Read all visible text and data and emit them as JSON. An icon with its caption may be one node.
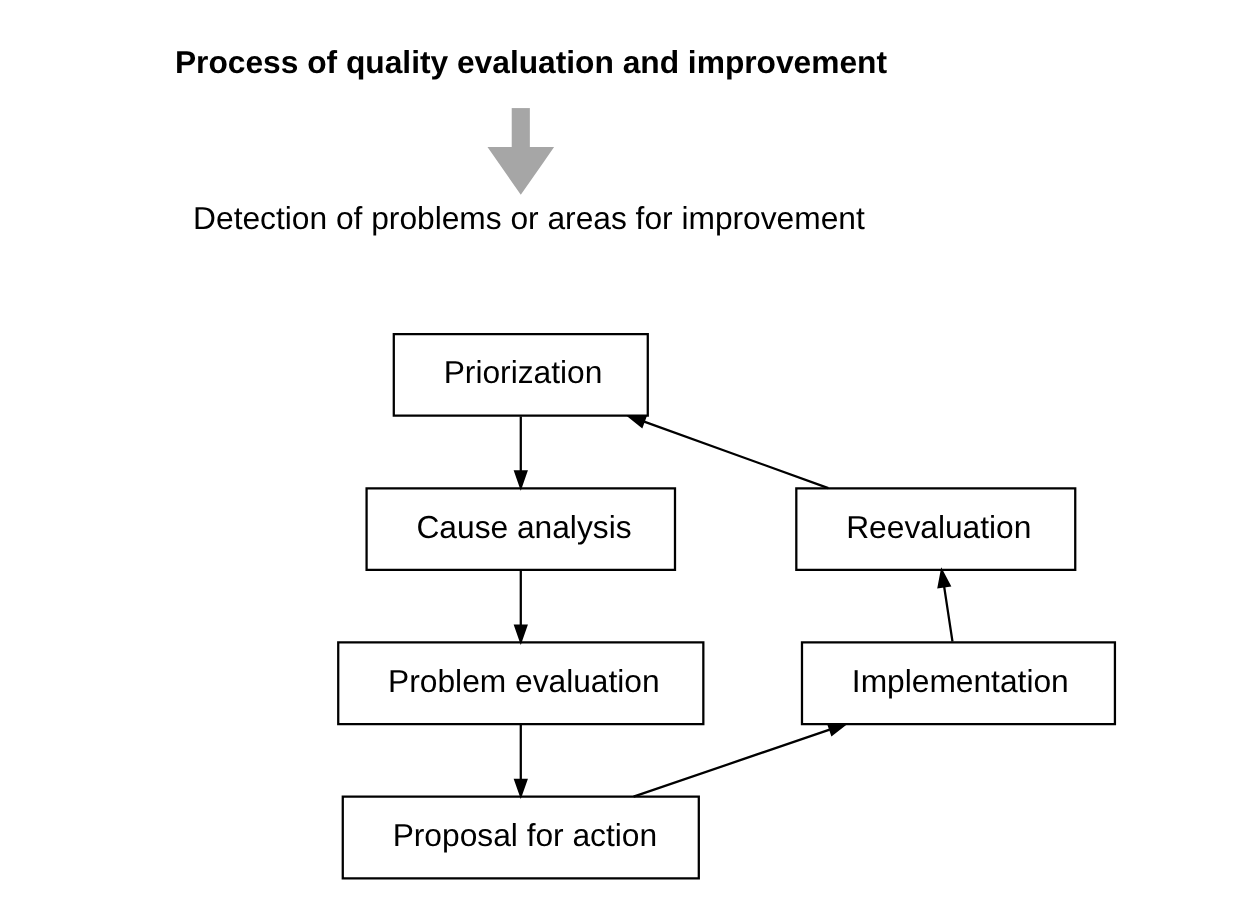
{
  "diagram": {
    "nodes": [
      {
        "text": [
          "Process of quality evaluation and improvement"
        ]
      },
      {
        "text": [
          "Detection of problems or areas for improvement"
        ]
      },
      {
        "text": [
          "Priorization"
        ]
      },
      {
        "text": [
          "Cause analysis"
        ]
      },
      {
        "text": [
          "Problem evaluation"
        ]
      },
      {
        "text": [
          "Proposal for action"
        ]
      },
      {
        "text": [
          "Implementation"
        ]
      },
      {
        "text": [
          "Reevaluation"
        ]
      }
    ],
    "edges": [
      {
        "from": 0,
        "to": 1,
        "arrow": "to",
        "style": "thick",
        "color": "#a6a6a6"
      },
      {
        "from": 2,
        "to": 3,
        "arrow": "to"
      },
      {
        "from": 3,
        "to": 4,
        "arrow": "to"
      },
      {
        "from": 4,
        "to": 5,
        "arrow": "to"
      },
      {
        "from": 5,
        "to": 6,
        "arrow": "to"
      },
      {
        "from": 6,
        "to": 7,
        "arrow": "to"
      },
      {
        "from": 7,
        "to": 2,
        "arrow": "to"
      }
    ]
  }
}
